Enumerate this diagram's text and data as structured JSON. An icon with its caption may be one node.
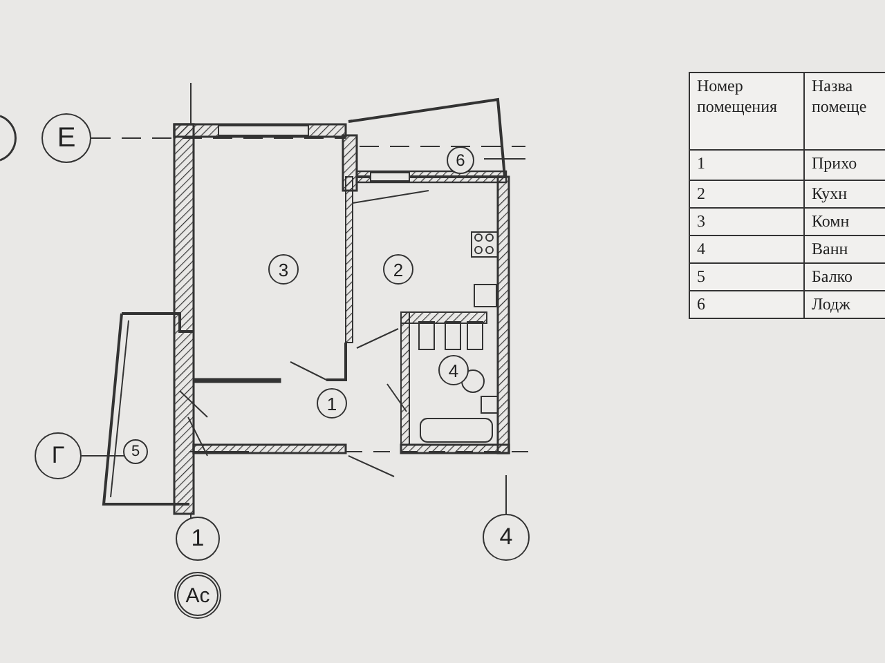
{
  "diagram": {
    "nodes": [
      {
        "text": [
          "Е"
        ]
      },
      {
        "text": [
          "6"
        ]
      },
      {
        "text": [
          "3"
        ]
      },
      {
        "text": [
          "2"
        ]
      },
      {
        "text": [
          "4"
        ]
      },
      {
        "text": [
          "1"
        ]
      },
      {
        "text": [
          "Г"
        ]
      },
      {
        "text": [
          "5"
        ]
      },
      {
        "text": [
          "1"
        ]
      },
      {
        "text": [
          "4"
        ]
      },
      {
        "text": [
          "Ас"
        ]
      }
    ],
    "labels": [
      "Номер помещения",
      "Назва помеще",
      "1",
      "Прихо",
      "2",
      "Кухн",
      "3",
      "Комн",
      "4",
      "Ванн",
      "5",
      "Балко",
      "6",
      "Лодж"
    ]
  }
}
